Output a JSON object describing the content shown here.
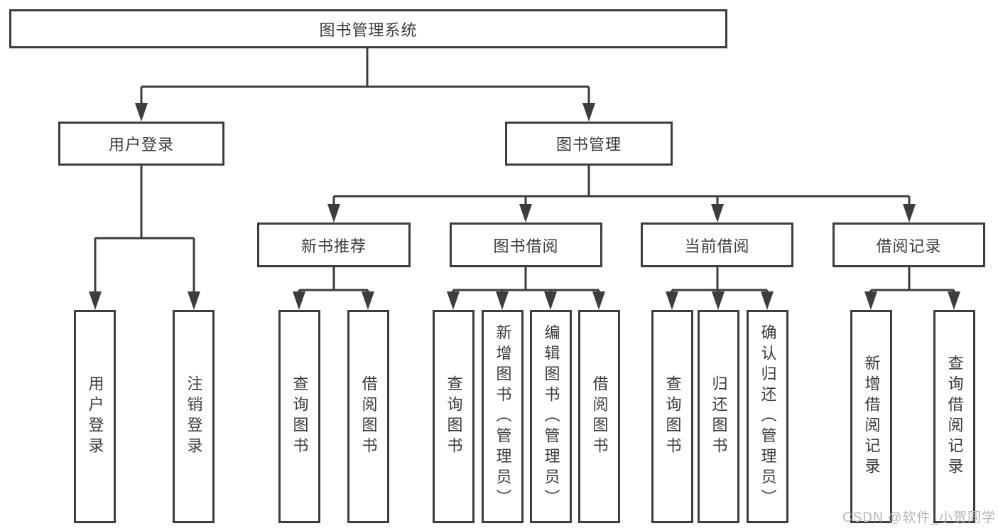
{
  "diagram": {
    "title": "图书管理系统",
    "branches": [
      {
        "label": "用户登录",
        "children": [
          {
            "label": "用户登录"
          },
          {
            "label": "注销登录"
          }
        ]
      },
      {
        "label": "图书管理",
        "children": [
          {
            "label": "新书推荐",
            "children": [
              {
                "label": "查询图书"
              },
              {
                "label": "借阅图书"
              }
            ]
          },
          {
            "label": "图书借阅",
            "children": [
              {
                "label": "查询图书"
              },
              {
                "label": "新增图书（管理员）"
              },
              {
                "label": "编辑图书（管理员）"
              },
              {
                "label": "借阅图书"
              }
            ]
          },
          {
            "label": "当前借阅",
            "children": [
              {
                "label": "查询图书"
              },
              {
                "label": "归还图书"
              },
              {
                "label": "确认归还（管理员）"
              }
            ]
          },
          {
            "label": "借阅记录",
            "children": [
              {
                "label": "新增借阅记录"
              },
              {
                "label": "查询借阅记录"
              }
            ]
          }
        ]
      }
    ]
  },
  "watermark": {
    "text": "CSDN @软件_小贺同学"
  },
  "colors": {
    "line": "#3d3d3d",
    "text": "#3a3a3a",
    "watermark": "#b5b5b5",
    "background": "#ffffff"
  }
}
